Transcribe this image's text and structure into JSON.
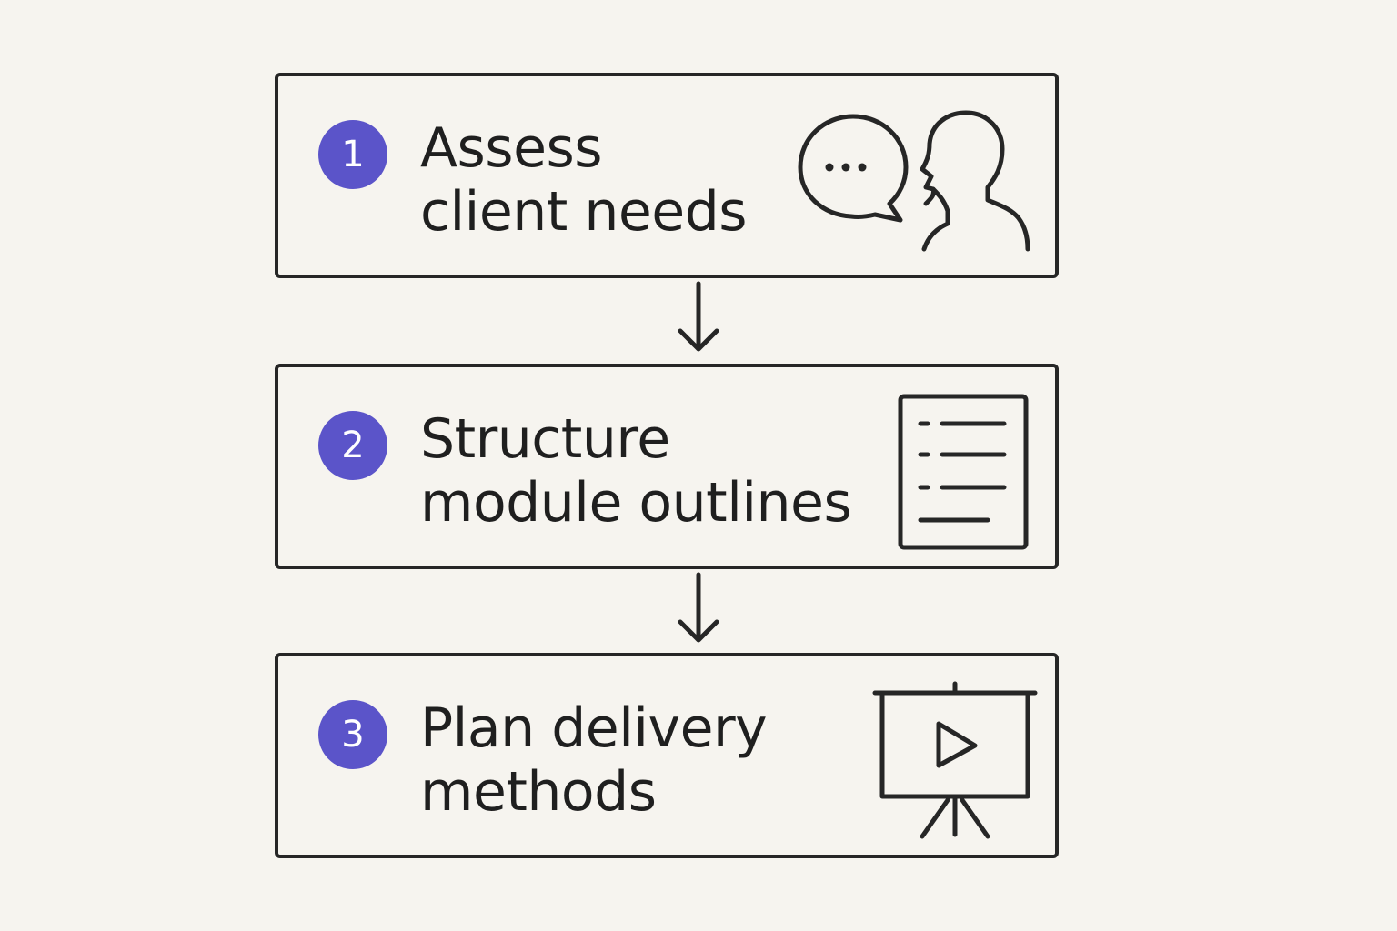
{
  "steps": [
    {
      "number": "1",
      "line1": "Assess",
      "line2": "client needs",
      "icon": "chat-person-icon"
    },
    {
      "number": "2",
      "line1": "Structure",
      "line2": "module outlines",
      "icon": "outline-document-icon"
    },
    {
      "number": "3",
      "line1": "Plan delivery",
      "line2": "methods",
      "icon": "presentation-screen-icon"
    }
  ],
  "colors": {
    "background": "#f6f4ef",
    "stroke": "#262626",
    "badge": "#5b54c9",
    "badge_text": "#ffffff"
  }
}
